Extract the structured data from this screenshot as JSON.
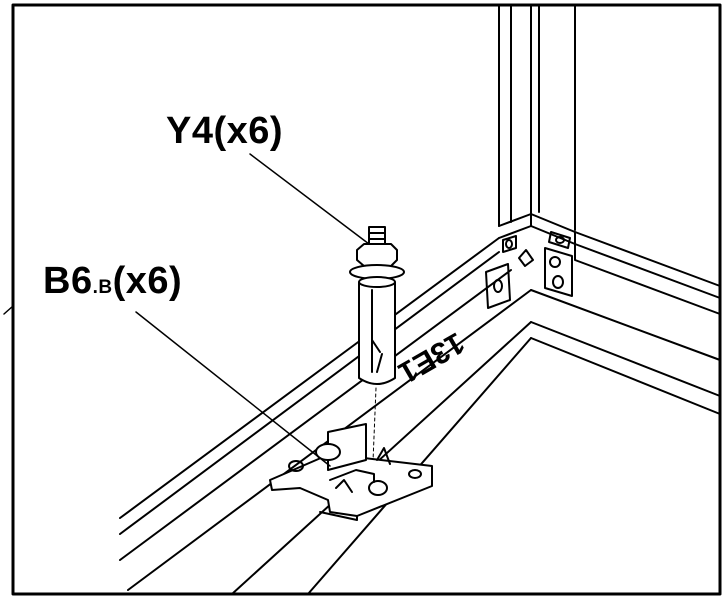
{
  "callouts": {
    "anchor_bolt": {
      "label": "Y4(x6)"
    },
    "bracket": {
      "main": "B6",
      "sub": ".B",
      "qty": "(x6)"
    }
  },
  "frame_marking": "13E1",
  "colors": {
    "line": "#000000",
    "background": "#ffffff"
  }
}
